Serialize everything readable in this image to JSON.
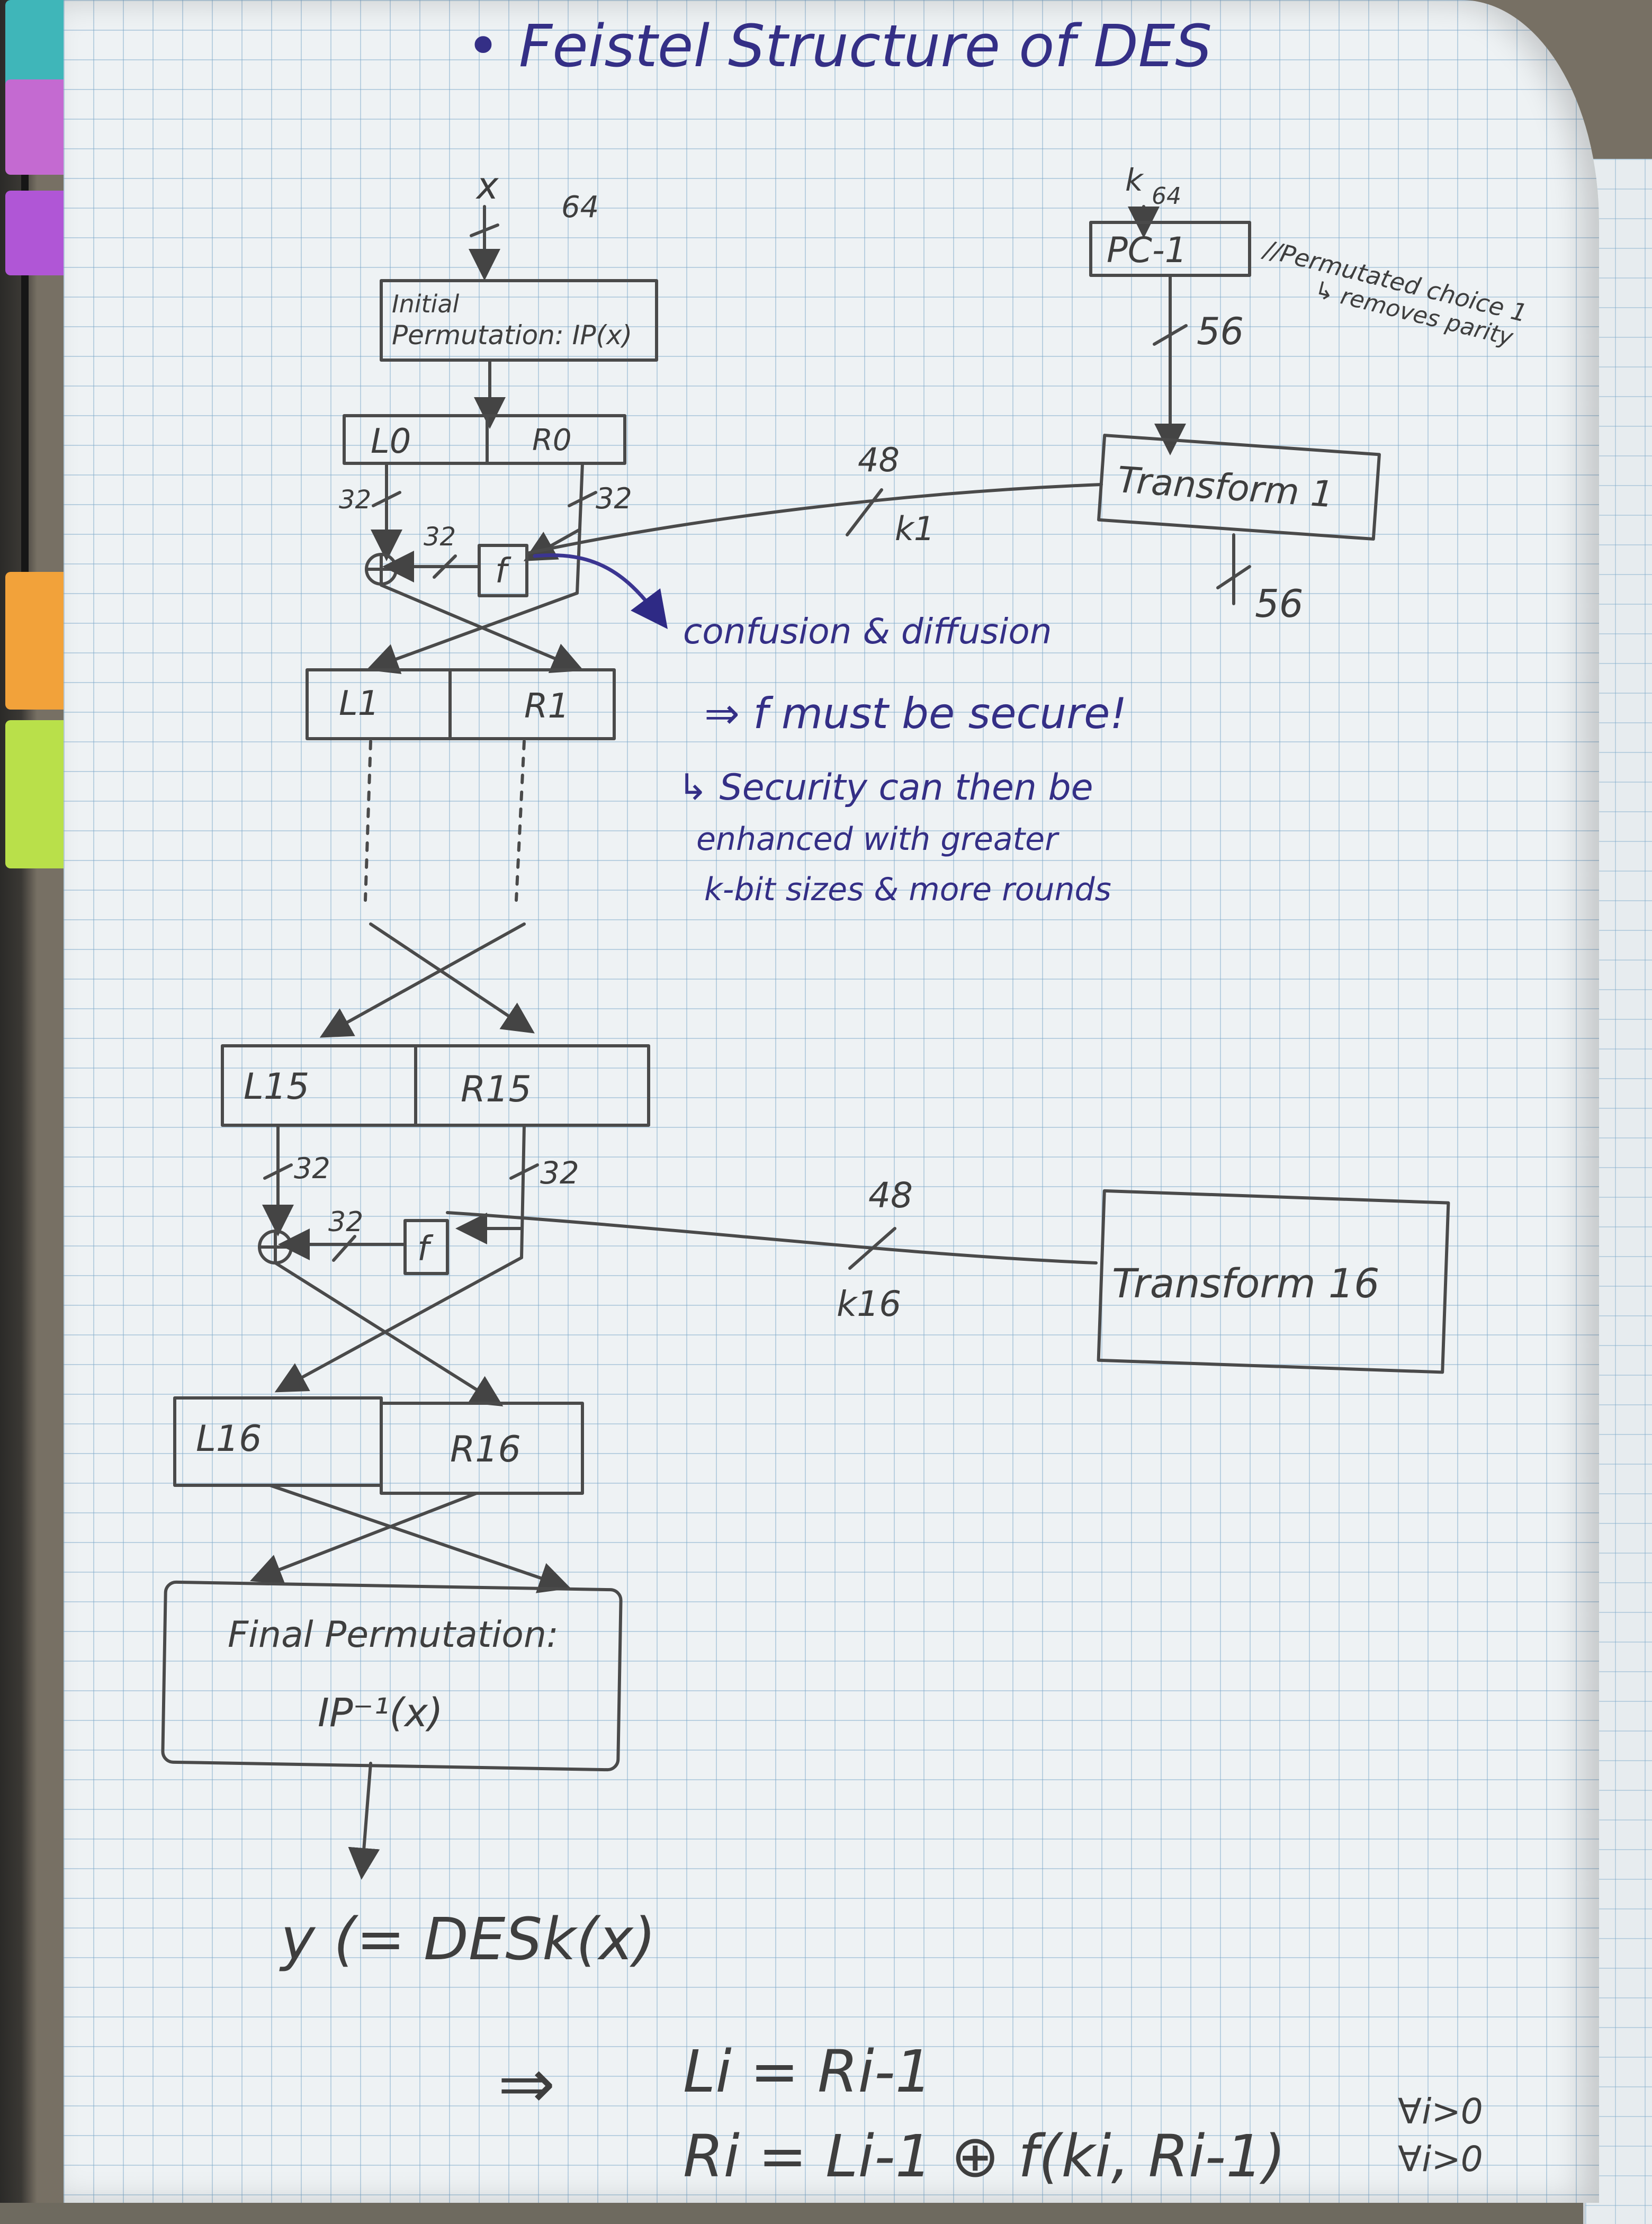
{
  "title": "• Feistel Structure of DES",
  "input": {
    "x": "x",
    "bits": "64"
  },
  "key_input": {
    "k": "k",
    "bits": "64"
  },
  "initial_permutation": {
    "line1": "Initial",
    "line2": "Permutation: IP(x)"
  },
  "pc1": {
    "label": "PC-1",
    "note1": "//Permutated choice 1",
    "note2": "↳ removes parity",
    "out_bits": "56"
  },
  "round1": {
    "left": "L0",
    "right": "R0",
    "left_bits": "32",
    "right_bits": "32",
    "f_bits": "32",
    "f": "f",
    "key": "k1",
    "key_bits": "48",
    "transform": "Transform 1",
    "transform_out_bits": "56",
    "out_left": "L1",
    "out_right": "R1"
  },
  "notes": {
    "line1": "confusion & diffusion",
    "line2": "⇒ f must be secure!",
    "line3": "↳ Security can then be",
    "line4": "enhanced with greater",
    "line5": "k-bit sizes & more rounds"
  },
  "round16": {
    "left": "L15",
    "right": "R15",
    "left_bits": "32",
    "right_bits": "32",
    "f_bits": "32",
    "f": "f",
    "key": "k16",
    "key_bits": "48",
    "transform": "Transform 16",
    "out_left": "L16",
    "out_right": "R16"
  },
  "final_permutation": {
    "line1": "Final Permutation:",
    "line2": "IP⁻¹(x)"
  },
  "output": "y (= DESk(x)",
  "equations": {
    "arrow": "⇒",
    "eq1": "Li = Ri-1",
    "eq2": "Ri = Li-1 ⊕ f(ki, Ri-1)",
    "cond1": "∀i>0",
    "cond2": "∀i>0"
  },
  "colors": {
    "pencil": "#4a4a4a",
    "pen": "#3b3591",
    "grid": "#78a5c8",
    "paper": "#eef2f4"
  }
}
